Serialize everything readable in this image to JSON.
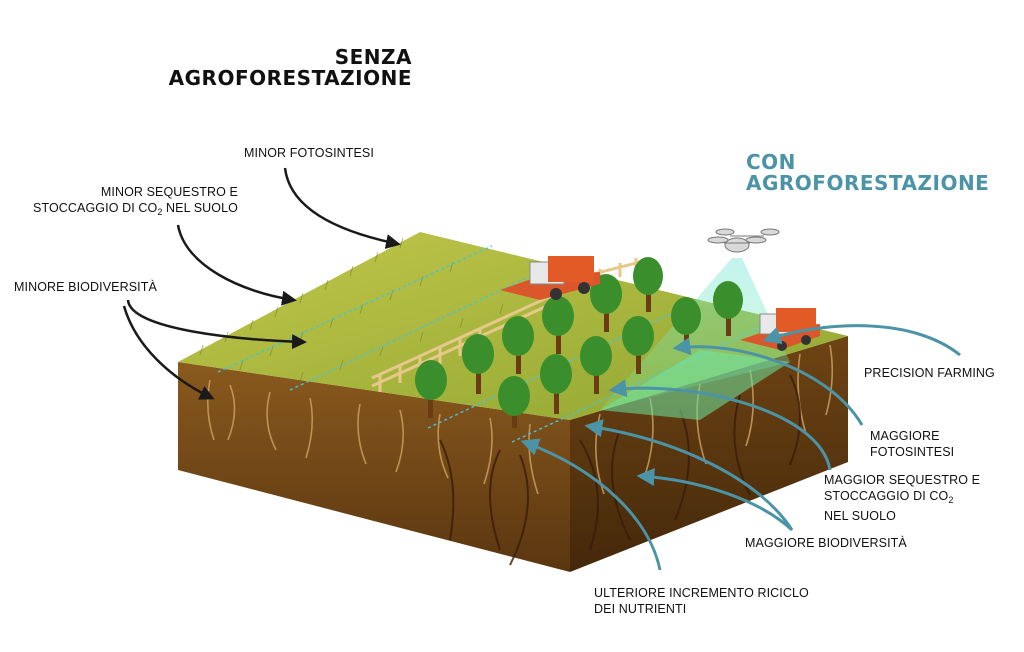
{
  "headings": {
    "without": [
      "SENZA",
      "AGROFORESTAZIONE"
    ],
    "with": [
      "CON",
      "AGROFORESTAZIONE"
    ]
  },
  "labels_left": {
    "photosynthesis": "MINOR FOTOSINTESI",
    "sequestration_line1": "MINOR SEQUESTRO E",
    "sequestration_line2_pre": "STOCCAGGIO DI CO",
    "sequestration_line2_sub": "2",
    "sequestration_line2_post": " NEL SUOLO",
    "biodiversity": "MINORE BIODIVERSITÀ"
  },
  "labels_right": {
    "precision": "PRECISION FARMING",
    "photosynthesis_line1": "MAGGIORE",
    "photosynthesis_line2": "FOTOSINTESI",
    "sequestration_line1": "MAGGIOR SEQUESTRO E",
    "sequestration_line2_pre": "STOCCAGGIO DI CO",
    "sequestration_line2_sub": "2",
    "sequestration_line3": "NEL SUOLO",
    "biodiversity": "MAGGIORE BIODIVERSITÀ",
    "nutrients_line1": "ULTERIORE INCREMENTO RICICLO",
    "nutrients_line2": "DEI NUTRIENTI"
  },
  "colors": {
    "accent": "#4b94a8",
    "arrow_dark": "#1a1a1a",
    "soil": "#7a4a16",
    "field": "#a9b83a",
    "trees": "#3a8f2c"
  },
  "icons": [
    "harvester-icon",
    "drone-icon",
    "tree-icon",
    "fence-icon"
  ]
}
